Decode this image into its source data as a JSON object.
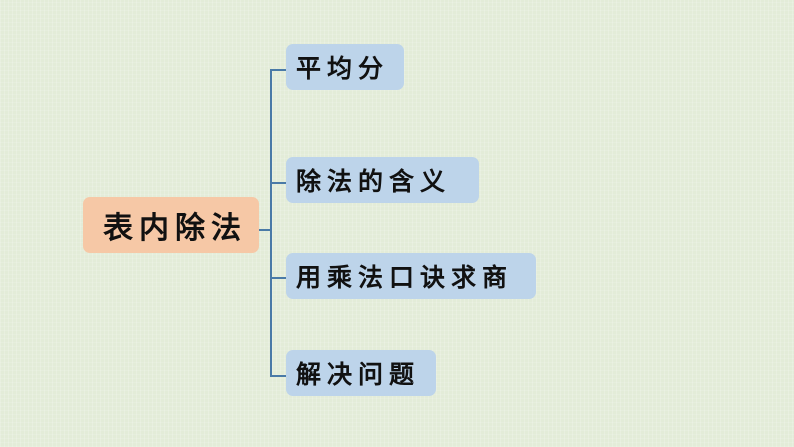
{
  "mindmap": {
    "root": {
      "label": "表内除法",
      "color": "#f6c8a6"
    },
    "branch_color": "#bdd4ea",
    "connector_color": "#4a7aa7",
    "background_color": "#e3ecd8",
    "branches": [
      {
        "label": "平均分"
      },
      {
        "label": "除法的含义"
      },
      {
        "label": "用乘法口诀求商"
      },
      {
        "label": "解决问题"
      }
    ]
  }
}
